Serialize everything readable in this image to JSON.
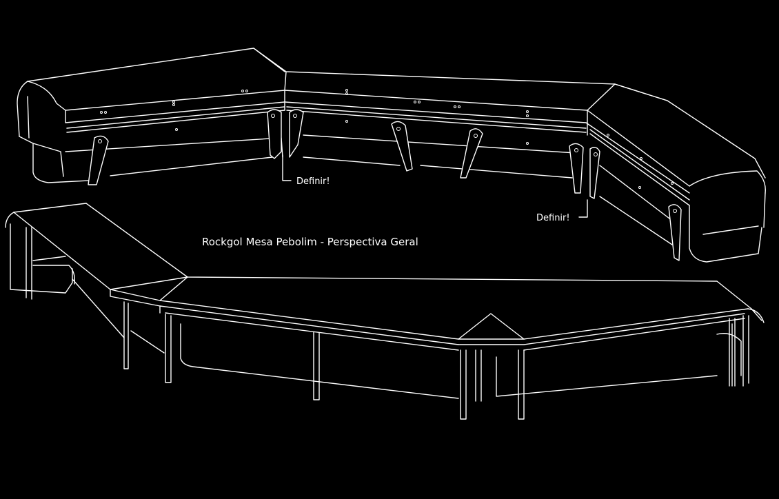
{
  "drawing": {
    "title": "Rockgol Mesa Pebolim - Perspectiva Geral",
    "callouts": [
      "Definir!",
      "Definir!"
    ]
  },
  "colors": {
    "background": "#000000",
    "lines": "#ffffff"
  }
}
